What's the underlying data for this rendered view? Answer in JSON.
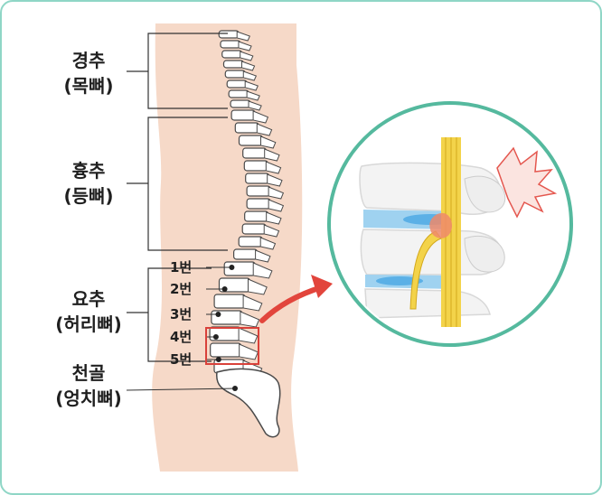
{
  "regions": {
    "cervical": {
      "name": "경추",
      "sub": "(목뼈)"
    },
    "thoracic": {
      "name": "흉추",
      "sub": "(등뼈)"
    },
    "lumbar": {
      "name": "요추",
      "sub": "(허리뼈)"
    },
    "sacrum": {
      "name": "천골",
      "sub": "(엉치뼈)"
    }
  },
  "lumbar_vertebrae": [
    "1번",
    "2번",
    "3번",
    "4번",
    "5번"
  ],
  "colors": {
    "frame_border": "#8fd6c6",
    "body_silhouette": "#f6d9c8",
    "highlight_box": "#d9413a",
    "arrow": "#e2453c",
    "zoom_circle_border": "#55b99e",
    "pain_burst": "#f2a29a",
    "spinal_cord": "#f3d34a",
    "disc": "#9fd2f0"
  }
}
